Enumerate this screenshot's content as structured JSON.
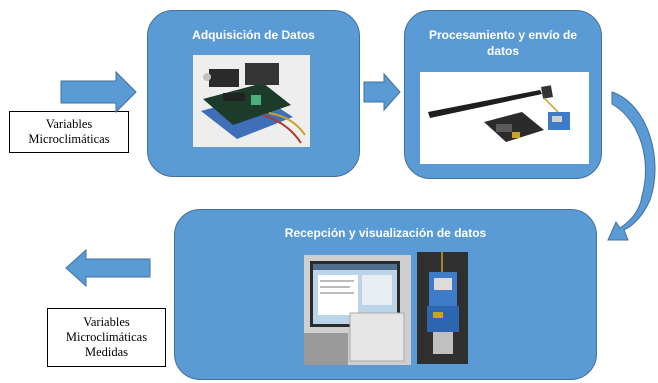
{
  "colors": {
    "box_fill": "#5b9bd5",
    "box_border": "#41719c",
    "arrow_fill": "#5b9bd5",
    "title_text": "#ffffff"
  },
  "stages": {
    "acquisition": {
      "title": "Adquisición de Datos"
    },
    "processing": {
      "title_line1": "Procesamiento y envío de",
      "title_line2": "datos"
    },
    "reception": {
      "title": "Recepción y visualización de datos"
    }
  },
  "input_label": {
    "line1": "Variables",
    "line2": "Microclimáticas"
  },
  "output_label": {
    "line1": "Variables",
    "line2": "Microclimáticas",
    "line3": "Medidas"
  },
  "icons": {
    "arrow_right": "arrow-right-icon",
    "arrow_curved": "curved-arrow-down-icon",
    "arrow_left": "arrow-left-icon"
  }
}
